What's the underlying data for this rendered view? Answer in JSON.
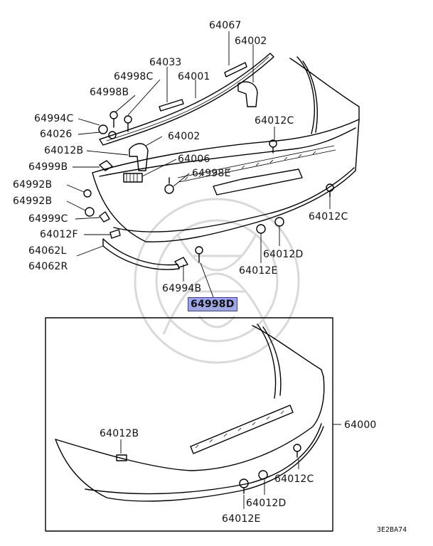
{
  "labels": {
    "p64067": "64067",
    "p64002_top": "64002",
    "p64033": "64033",
    "p64001": "64001",
    "p64998C": "64998C",
    "p64998B": "64998B",
    "p64994C": "64994C",
    "p64026": "64026",
    "p64002_mid": "64002",
    "p64012B": "64012B",
    "p64006": "64006",
    "p64999B": "64999B",
    "p64998E": "64998E",
    "p64992B_a": "64992B",
    "p64992B_b": "64992B",
    "p64999C": "64999C",
    "p64012F": "64012F",
    "p64062L": "64062L",
    "p64062R": "64062R",
    "p64012C_top": "64012C",
    "p64012C_right": "64012C",
    "p64012D": "64012D",
    "p64012E": "64012E",
    "p64994B": "64994B",
    "p64998D": "64998D",
    "p64000": "64000",
    "p64012B_box": "64012B",
    "p64012C_box": "64012C",
    "p64012D_box": "64012D",
    "p64012E_box": "64012E"
  },
  "diagram_code": "3E2BA74",
  "colors": {
    "highlight_fill": "#9ea6e6",
    "highlight_border": "#3a3f8f",
    "line": "#000000",
    "watermark": "#d9d9d9"
  }
}
